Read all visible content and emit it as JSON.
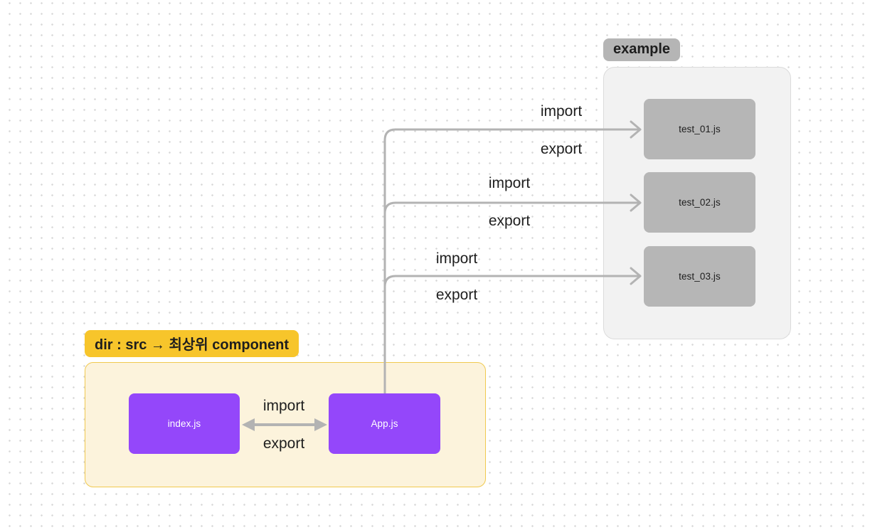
{
  "canvas": {
    "tool": "whiteboard-diagram"
  },
  "src_group": {
    "label": "dir : src → 최상위 component",
    "nodes": [
      {
        "label": "index.js"
      },
      {
        "label": "App.js"
      }
    ],
    "arrow": {
      "top_label": "import",
      "bottom_label": "export"
    }
  },
  "example_group": {
    "label": "example",
    "nodes": [
      {
        "label": "test_01.js"
      },
      {
        "label": "test_02.js"
      },
      {
        "label": "test_03.js"
      }
    ]
  },
  "connectors": [
    {
      "from": "App.js",
      "to": "test_01.js",
      "top_label": "import",
      "bottom_label": "export"
    },
    {
      "from": "App.js",
      "to": "test_02.js",
      "top_label": "import",
      "bottom_label": "export"
    },
    {
      "from": "App.js",
      "to": "test_03.js",
      "top_label": "import",
      "bottom_label": "export"
    }
  ],
  "colors": {
    "purple": "#9447FA",
    "gold": "#F7C52B",
    "cream": "#FCF3DC",
    "cream-border": "#F0C94F",
    "gray-node": "#B6B6B6",
    "gray-tag": "#B5B5B5",
    "gray-container": "#F2F2F2",
    "gray-container-border": "#DBDBDB",
    "arrow": "#B3B3B3",
    "text-dark": "#1E1E1E",
    "node-text-light": "#FFFFFF",
    "dot": "#D8D8D8"
  }
}
